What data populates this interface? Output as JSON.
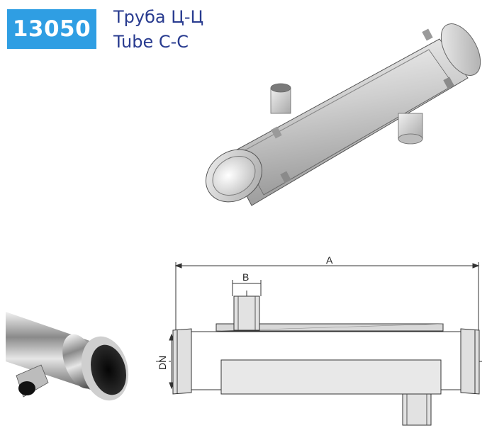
{
  "product": {
    "code": "13050",
    "name_ru": "Труба Ц-Ц",
    "name_en": "Tube C-C"
  },
  "drawing": {
    "label_a": "A",
    "label_b": "B",
    "label_dn": "DN"
  },
  "colors": {
    "badge": "#2f9ee3",
    "title": "#283b8f",
    "drawing_fill": "#dedede",
    "line": "#333333"
  },
  "icons": [
    "tube-render",
    "tube-photo",
    "technical-drawing"
  ]
}
